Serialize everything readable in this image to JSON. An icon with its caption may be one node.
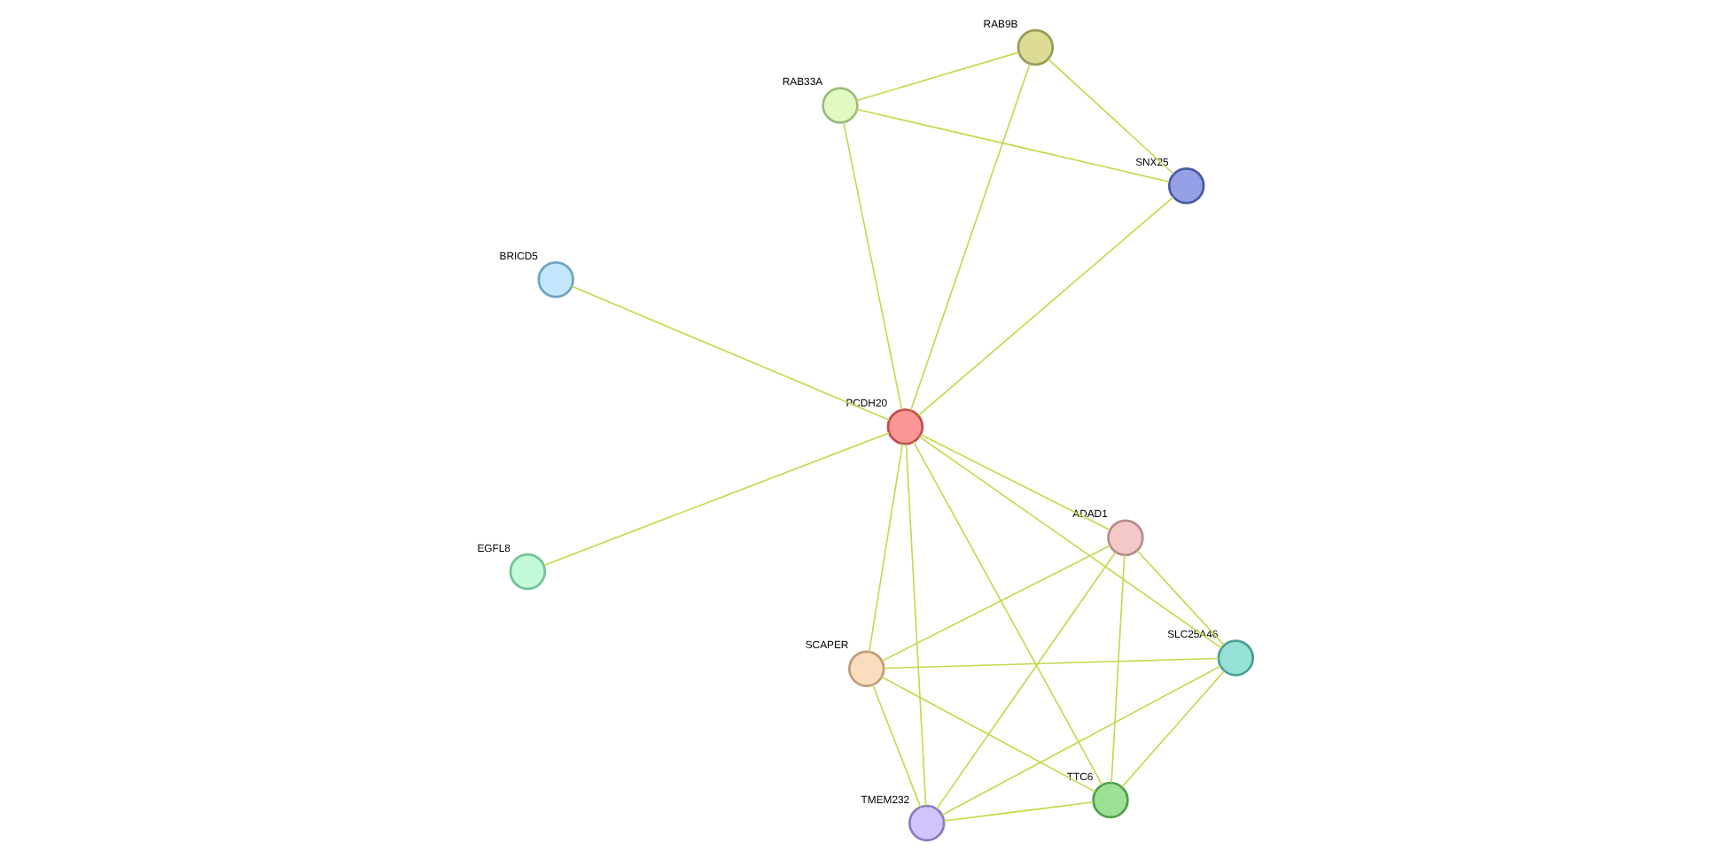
{
  "diagram": {
    "nodes": [
      {
        "text": [
          "BRICD5"
        ]
      },
      {
        "text": [
          "EGFL8"
        ]
      },
      {
        "text": [
          "RAB9B"
        ]
      },
      {
        "text": [
          "PCDH20"
        ]
      },
      {
        "text": [
          "SNX25"
        ]
      },
      {
        "text": [
          "SCAPER"
        ]
      },
      {
        "text": [
          "ADAD1"
        ]
      },
      {
        "text": [
          "RAB33A"
        ]
      },
      {
        "text": [
          "TMEM232"
        ]
      },
      {
        "text": [
          "TTC6"
        ]
      },
      {
        "text": [
          "SLC25A46"
        ]
      }
    ],
    "edges": [
      {
        "from": 0,
        "to": 3,
        "arrow": "none"
      },
      {
        "from": 1,
        "to": 3,
        "arrow": "none"
      },
      {
        "from": 2,
        "to": 3,
        "arrow": "none"
      },
      {
        "from": 2,
        "to": 4,
        "arrow": "none"
      },
      {
        "from": 2,
        "to": 7,
        "arrow": "none"
      },
      {
        "from": 4,
        "to": 3,
        "arrow": "none"
      },
      {
        "from": 4,
        "to": 7,
        "arrow": "none"
      },
      {
        "from": 7,
        "to": 3,
        "arrow": "none"
      },
      {
        "from": 3,
        "to": 5,
        "arrow": "none"
      },
      {
        "from": 3,
        "to": 6,
        "arrow": "none"
      },
      {
        "from": 3,
        "to": 9,
        "arrow": "none"
      },
      {
        "from": 3,
        "to": 8,
        "arrow": "none"
      },
      {
        "from": 3,
        "to": 10,
        "arrow": "none"
      },
      {
        "from": 5,
        "to": 6,
        "arrow": "none"
      },
      {
        "from": 5,
        "to": 8,
        "arrow": "none"
      },
      {
        "from": 5,
        "to": 9,
        "arrow": "none"
      },
      {
        "from": 5,
        "to": 10,
        "arrow": "none"
      },
      {
        "from": 6,
        "to": 8,
        "arrow": "none"
      },
      {
        "from": 6,
        "to": 9,
        "arrow": "none"
      },
      {
        "from": 6,
        "to": 10,
        "arrow": "none"
      },
      {
        "from": 8,
        "to": 9,
        "arrow": "none"
      },
      {
        "from": 8,
        "to": 10,
        "arrow": "none"
      },
      {
        "from": 9,
        "to": 10,
        "arrow": "none"
      }
    ]
  }
}
